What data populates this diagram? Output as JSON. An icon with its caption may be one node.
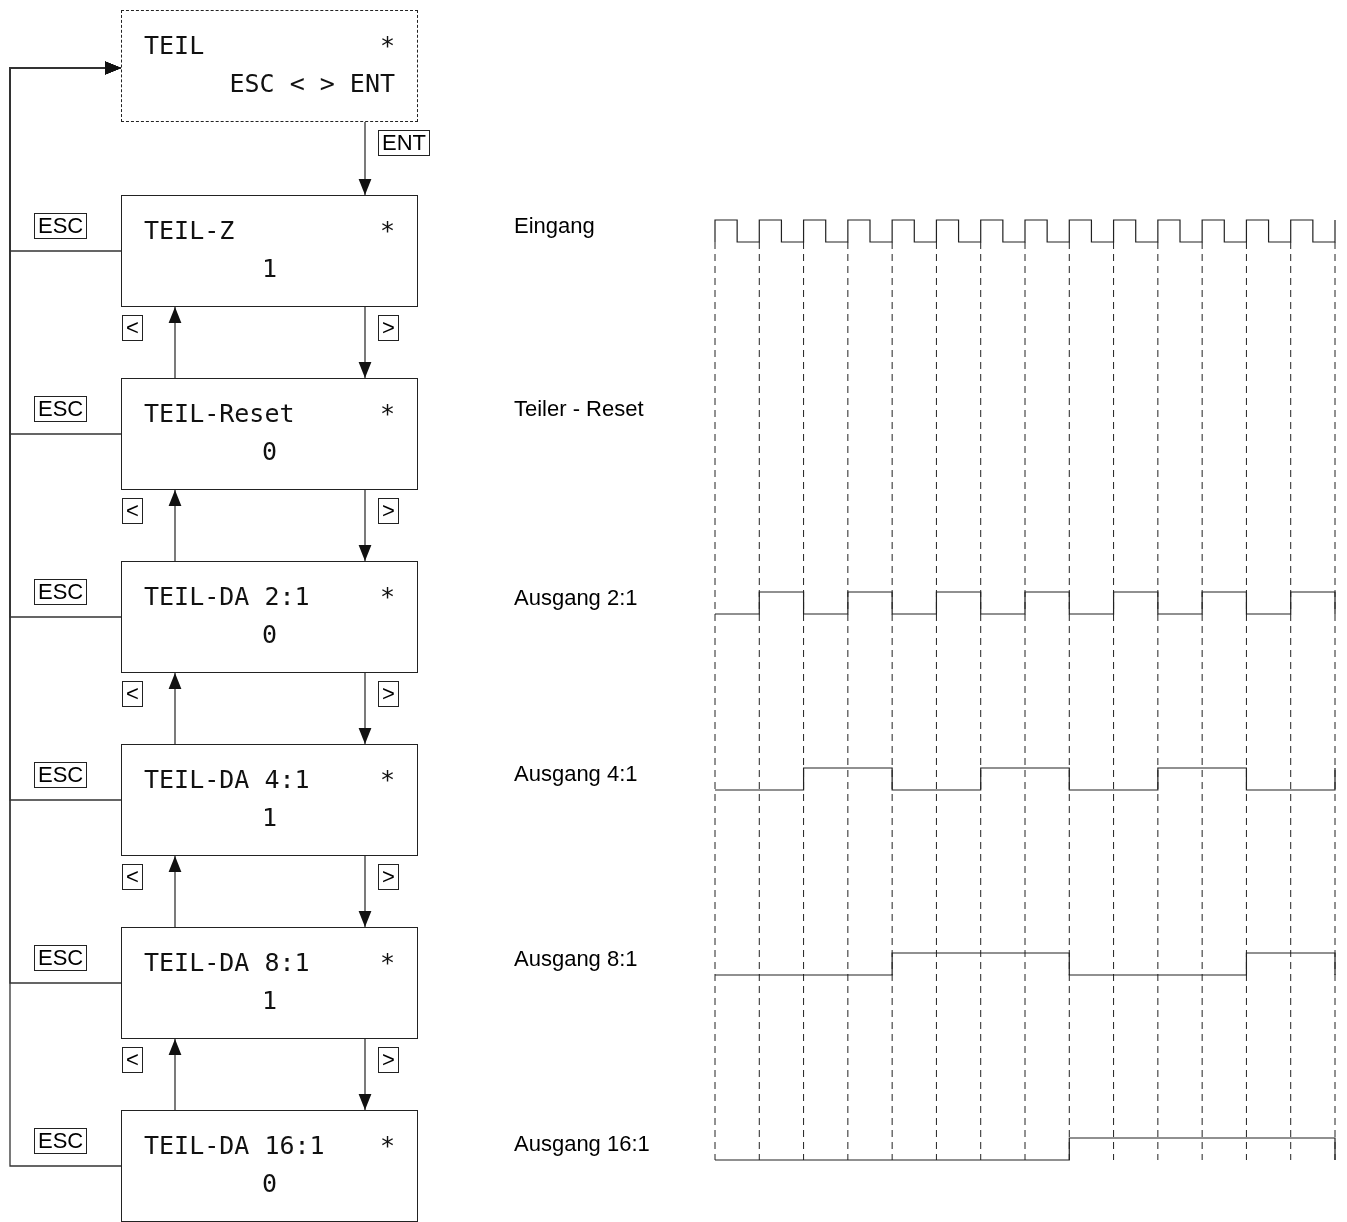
{
  "diagram": {
    "nodes": [
      {
        "text": [
          "TEIL",
          "*",
          "ESC < > ENT"
        ]
      },
      {
        "text": [
          "TEIL-Z",
          "*",
          "1"
        ]
      },
      {
        "text": [
          "TEIL-Reset",
          "*",
          "0"
        ]
      },
      {
        "text": [
          "TEIL-DA 2:1",
          "*",
          "0"
        ]
      },
      {
        "text": [
          "TEIL-DA 4:1",
          "*",
          "1"
        ]
      },
      {
        "text": [
          "TEIL-DA 8:1",
          "*",
          "1"
        ]
      },
      {
        "text": [
          "TEIL-DA 16:1",
          "*",
          "0"
        ]
      }
    ],
    "edges": [
      {
        "from": 0,
        "to": 1,
        "arrow": "to",
        "label": "ENT"
      },
      {
        "from": 1,
        "to": 2,
        "arrow": "to",
        "label": ">"
      },
      {
        "from": 2,
        "to": 1,
        "arrow": "to",
        "label": "<"
      },
      {
        "from": 2,
        "to": 3,
        "arrow": "to",
        "label": ">"
      },
      {
        "from": 3,
        "to": 2,
        "arrow": "to",
        "label": "<"
      },
      {
        "from": 3,
        "to": 4,
        "arrow": "to",
        "label": ">"
      },
      {
        "from": 4,
        "to": 3,
        "arrow": "to",
        "label": "<"
      },
      {
        "from": 4,
        "to": 5,
        "arrow": "to",
        "label": ">"
      },
      {
        "from": 5,
        "to": 4,
        "arrow": "to",
        "label": "<"
      },
      {
        "from": 5,
        "to": 6,
        "arrow": "to",
        "label": ">"
      },
      {
        "from": 6,
        "to": 5,
        "arrow": "to",
        "label": "<"
      },
      {
        "from": 1,
        "to": 0,
        "arrow": "to",
        "label": "ESC"
      },
      {
        "from": 2,
        "to": 0,
        "arrow": "to",
        "label": "ESC"
      },
      {
        "from": 3,
        "to": 0,
        "arrow": "to",
        "label": "ESC"
      },
      {
        "from": 4,
        "to": 0,
        "arrow": "to",
        "label": "ESC"
      },
      {
        "from": 5,
        "to": 0,
        "arrow": "to",
        "label": "ESC"
      },
      {
        "from": 6,
        "to": 0,
        "arrow": "to",
        "label": "ESC"
      }
    ],
    "labels": [
      "Eingang",
      "Teiler - Reset",
      "Ausgang 2:1",
      "Ausgang 4:1",
      "Ausgang 8:1",
      "Ausgang 16:1"
    ]
  }
}
